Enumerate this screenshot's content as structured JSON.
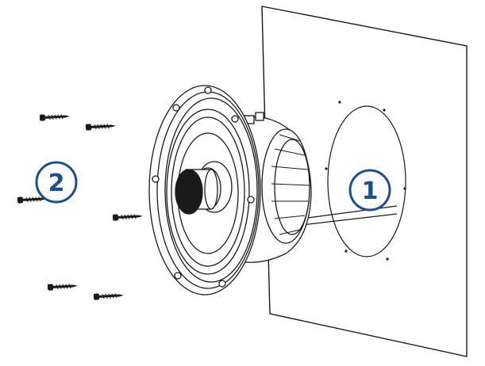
{
  "callouts": [
    {
      "label": "1"
    },
    {
      "label": "2"
    }
  ],
  "colors": {
    "line": "#1a1a1a",
    "callout": "#1f4e8f",
    "panel_fill": "#ffffff",
    "dark_fill": "#1a1a1a"
  },
  "icons": [
    "mounting-panel",
    "speaker",
    "screw",
    "callout-circle"
  ]
}
